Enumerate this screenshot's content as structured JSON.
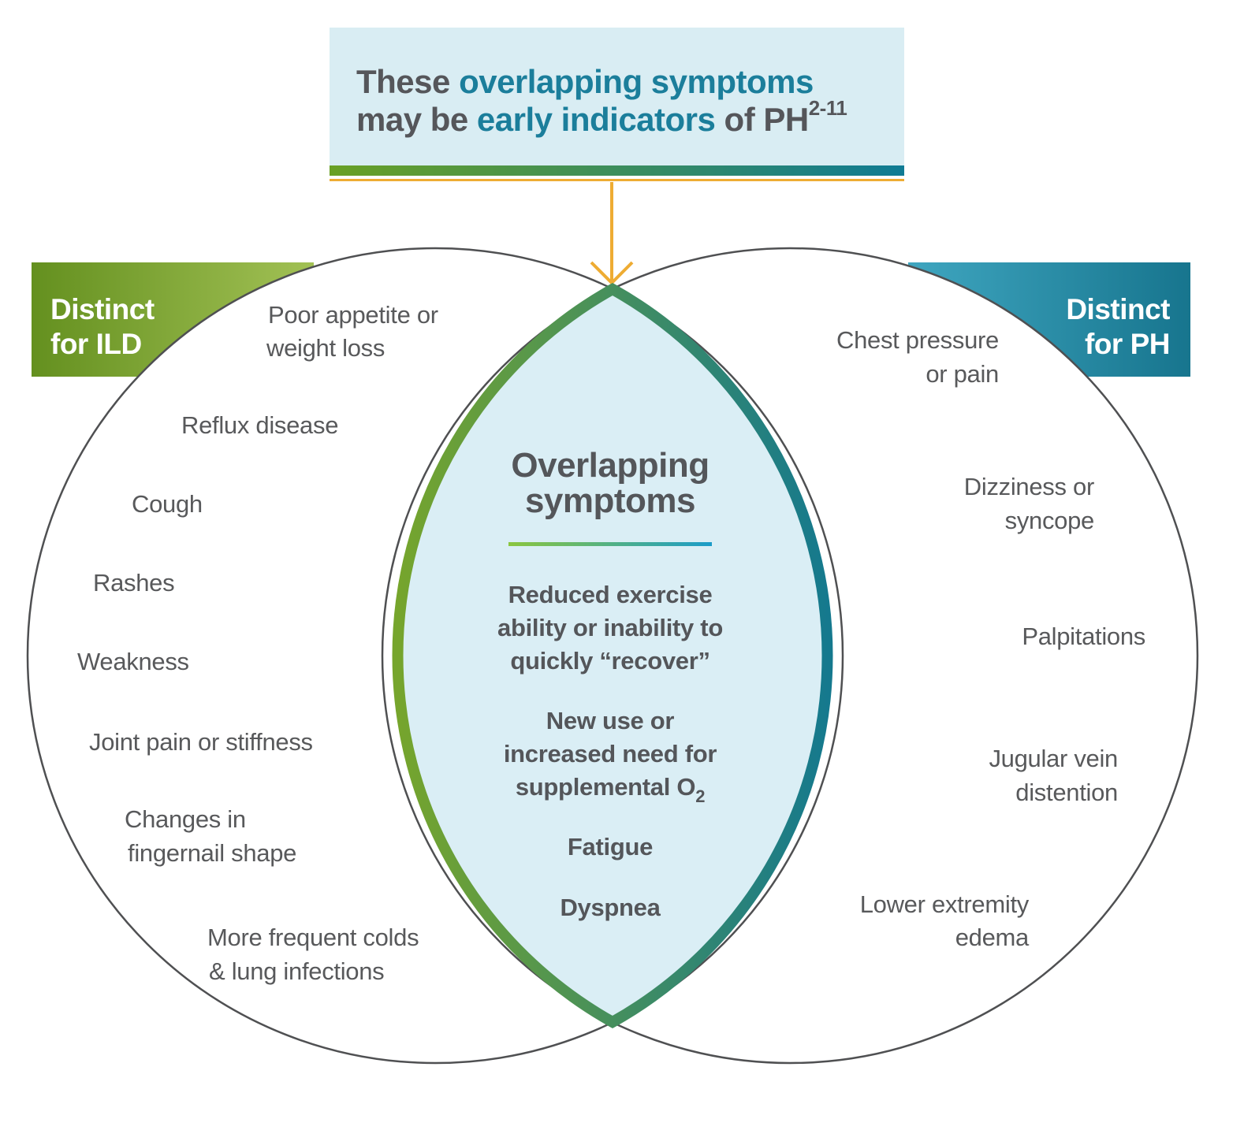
{
  "colors": {
    "banner_bg": "#d9edf3",
    "bar_green": "#69a024",
    "bar_teal": "#0f7b94",
    "gold": "#eeac33",
    "ild_green_dark": "#64901f",
    "ild_green_light": "#a2c155",
    "ph_teal_light": "#3fa6c0",
    "ph_teal_dark": "#17758e",
    "lens_border_green": "#76a52c",
    "lens_border_teal": "#15798e",
    "lens_fill": "#daeef5",
    "divider_green": "#8bc63f",
    "divider_blue": "#1b9cc9",
    "circle_stroke": "#4f5052",
    "text_dark": "#55565a",
    "text_teal": "#1b7e9b",
    "text_gray": "#58595b",
    "label_text": "#ffffff"
  },
  "banner": {
    "line1": {
      "part1": "These ",
      "part2": "overlapping symptoms"
    },
    "line2": {
      "part1": "may be ",
      "part2": "early indicators",
      "part3": " of PH",
      "superscript": "2-11"
    }
  },
  "left_circle": {
    "label_line1": "Distinct",
    "label_line2": "for ILD",
    "items": [
      [
        "Poor appetite or",
        "weight loss"
      ],
      [
        "Reflux disease"
      ],
      [
        "Cough"
      ],
      [
        "Rashes"
      ],
      [
        "Weakness"
      ],
      [
        "Joint pain or stiffness"
      ],
      [
        "Changes in",
        "fingernail shape"
      ],
      [
        "More frequent colds",
        "& lung infections"
      ]
    ]
  },
  "right_circle": {
    "label_line1": "Distinct",
    "label_line2": "for PH",
    "items": [
      [
        "Chest pressure",
        "or pain"
      ],
      [
        "Dizziness or",
        "syncope"
      ],
      [
        "Palpitations"
      ],
      [
        "Jugular vein",
        "distention"
      ],
      [
        "Lower extremity",
        "edema"
      ]
    ]
  },
  "overlap": {
    "title": [
      "Overlapping",
      "symptoms"
    ],
    "items": [
      [
        "Reduced exercise",
        "ability or inability to",
        "quickly “recover”"
      ],
      [
        "New use or",
        "increased need for",
        "supplemental O"
      ],
      [
        "Fatigue"
      ],
      [
        "Dyspnea"
      ]
    ],
    "o2_subscript": "2"
  }
}
